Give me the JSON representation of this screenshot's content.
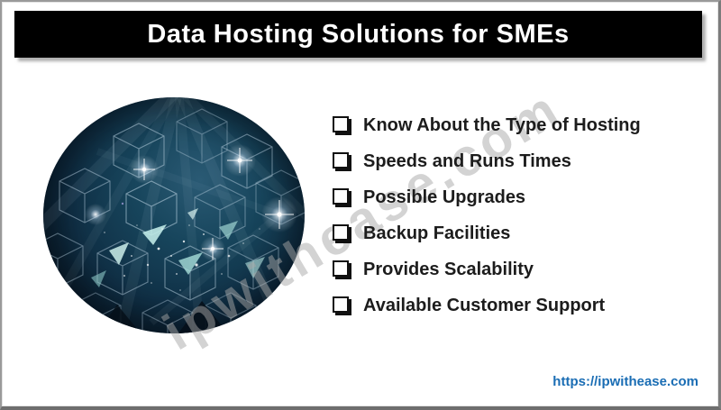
{
  "header": {
    "title": "Data Hosting Solutions for SMEs",
    "bg_color": "#000000",
    "text_color": "#ffffff"
  },
  "image": {
    "name": "data-hosting-cubes-photo"
  },
  "checklist": {
    "bullet_icon": "shadowed-square-checkbox",
    "text_color": "#1c1c1c",
    "items": [
      {
        "label": "Know About the Type of Hosting"
      },
      {
        "label": "Speeds and Runs Times"
      },
      {
        "label": "Possible Upgrades"
      },
      {
        "label": "Backup Facilities"
      },
      {
        "label": "Provides Scalability"
      },
      {
        "label": "Available Customer Support"
      }
    ]
  },
  "watermark": {
    "text": "ipwithease.com",
    "color": "#c8c8c8"
  },
  "footer": {
    "link": "https://ipwithease.com",
    "link_color": "#1a6db4"
  }
}
